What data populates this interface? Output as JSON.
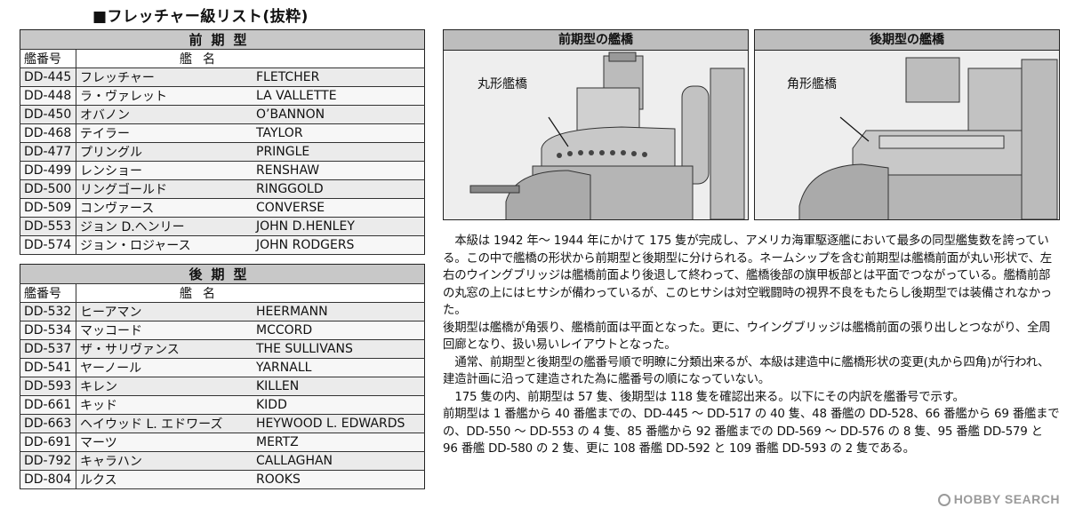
{
  "page": {
    "title": "■フレッチャー級リスト(抜粋)"
  },
  "early_table": {
    "header": "前期型",
    "col_code": "艦番号",
    "col_name": "艦名",
    "rows": [
      {
        "code": "DD-445",
        "jp": "フレッチャー",
        "en": "FLETCHER"
      },
      {
        "code": "DD-448",
        "jp": "ラ・ヴァレット",
        "en": "LA VALLETTE"
      },
      {
        "code": "DD-450",
        "jp": "オバノン",
        "en": "O’BANNON"
      },
      {
        "code": "DD-468",
        "jp": "テイラー",
        "en": "TAYLOR"
      },
      {
        "code": "DD-477",
        "jp": "プリングル",
        "en": "PRINGLE"
      },
      {
        "code": "DD-499",
        "jp": "レンショー",
        "en": "RENSHAW"
      },
      {
        "code": "DD-500",
        "jp": "リングゴールド",
        "en": "RINGGOLD"
      },
      {
        "code": "DD-509",
        "jp": "コンヴァース",
        "en": "CONVERSE"
      },
      {
        "code": "DD-553",
        "jp": "ジョン D.ヘンリー",
        "en": "JOHN D.HENLEY"
      },
      {
        "code": "DD-574",
        "jp": "ジョン・ロジャース",
        "en": "JOHN RODGERS"
      }
    ]
  },
  "late_table": {
    "header": "後期型",
    "col_code": "艦番号",
    "col_name": "艦名",
    "rows": [
      {
        "code": "DD-532",
        "jp": "ヒーアマン",
        "en": "HEERMANN"
      },
      {
        "code": "DD-534",
        "jp": "マッコード",
        "en": "MCCORD"
      },
      {
        "code": "DD-537",
        "jp": "ザ・サリヴァンス",
        "en": "THE SULLIVANS"
      },
      {
        "code": "DD-541",
        "jp": "ヤーノール",
        "en": "YARNALL"
      },
      {
        "code": "DD-593",
        "jp": "キレン",
        "en": "KILLEN"
      },
      {
        "code": "DD-661",
        "jp": "キッド",
        "en": "KIDD"
      },
      {
        "code": "DD-663",
        "jp": "ヘイウッド L. エドワーズ",
        "en": "HEYWOOD L. EDWARDS"
      },
      {
        "code": "DD-691",
        "jp": "マーツ",
        "en": "MERTZ"
      },
      {
        "code": "DD-792",
        "jp": "キャラハン",
        "en": "CALLAGHAN"
      },
      {
        "code": "DD-804",
        "jp": "ルクス",
        "en": "ROOKS"
      }
    ]
  },
  "panels": {
    "early": {
      "title": "前期型の艦橋",
      "callout": "丸形艦橋"
    },
    "late": {
      "title": "後期型の艦橋",
      "callout": "角形艦橋"
    }
  },
  "description": {
    "p1": "本級は 1942 年〜 1944 年にかけて 175 隻が完成し、アメリカ海軍駆逐艦において最多の同型艦隻数を誇っている。この中で艦橋の形状から前期型と後期型に分けられる。ネームシップを含む前期型は艦橋前面が丸い形状で、左右のウイングブリッジは艦橋前面より後退して終わって、艦橋後部の旗甲板部とは平面でつながっている。艦橋前部の丸窓の上にはヒサシが備わっているが、このヒサシは対空戦闘時の視界不良をもたらし後期型では装備されなかった。",
    "p2": "後期型は艦橋が角張り、艦橋前面は平面となった。更に、ウイングブリッジは艦橋前面の張り出しとつながり、全周回廊となり、扱い易いレイアウトとなった。",
    "p3": "通常、前期型と後期型の艦番号順で明瞭に分類出来るが、本級は建造中に艦橋形状の変更(丸から四角)が行われ、建造計画に沿って建造された為に艦番号の順になっていない。",
    "p4": "175 隻の内、前期型は 57 隻、後期型は 118 隻を確認出来る。以下にその内訳を艦番号で示す。",
    "p5": "前期型は 1 番艦から 40 番艦までの、DD-445 〜 DD-517 の 40 隻、48 番艦の DD-528、66 番艦から 69 番艦までの、DD-550 〜 DD-553 の 4 隻、85 番艦から 92 番艦までの DD-569 〜 DD-576 の 8 隻、95 番艦 DD-579 と 96 番艦 DD-580 の 2 隻、更に 108 番艦 DD-592 と 109 番艦 DD-593 の 2 隻である。"
  },
  "watermark": {
    "text": "HOBBY SEARCH"
  },
  "colors": {
    "header_gray": "#c8c8c8",
    "row_gray": "#ebebeb",
    "watermark": "#9a9a9a"
  },
  "icons": {
    "watermark_logo": "hobbysearch-logo-icon"
  }
}
